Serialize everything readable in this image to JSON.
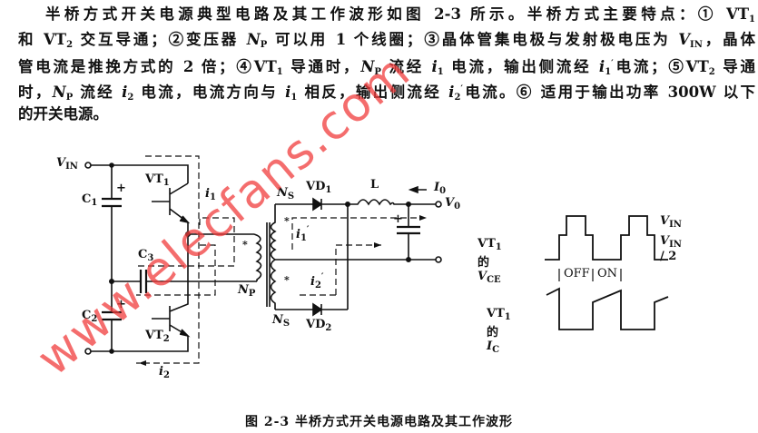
{
  "paragraph": [
    [
      [
        "半桥方式开关电源典型电路及其工作波形如图 2-3 所示。半桥方式主要特点：① VT",
        ""
      ],
      [
        "1",
        "sub"
      ]
    ],
    [
      [
        "和 VT",
        ""
      ],
      [
        "2",
        "sub"
      ],
      [
        " 交互导通；②变压器 ",
        ""
      ],
      [
        "N",
        "it"
      ],
      [
        "P",
        "sub"
      ],
      [
        " 可以用 1 个线圈；③晶体管集电极与发射极电压为 ",
        ""
      ],
      [
        "V",
        "it"
      ],
      [
        "IN",
        "sub"
      ],
      [
        "，晶体",
        ""
      ]
    ],
    [
      [
        "管电流是推挽方式的 2 倍；④VT",
        ""
      ],
      [
        "1",
        "sub"
      ],
      [
        " 导通时，",
        ""
      ],
      [
        "N",
        "it"
      ],
      [
        "P",
        "sub"
      ],
      [
        " 流经 ",
        ""
      ],
      [
        "i",
        "it"
      ],
      [
        "1",
        "sub"
      ],
      [
        " 电流，输出侧流经 ",
        ""
      ],
      [
        "i",
        "it"
      ],
      [
        "1",
        "sub"
      ],
      [
        "′",
        "sup"
      ],
      [
        "电流；⑤VT",
        ""
      ],
      [
        "2",
        "sub"
      ],
      [
        " 导通",
        ""
      ]
    ],
    [
      [
        "时，",
        ""
      ],
      [
        "N",
        "it"
      ],
      [
        "P",
        "sub"
      ],
      [
        " 流经 ",
        ""
      ],
      [
        "i",
        "it"
      ],
      [
        "2",
        "sub"
      ],
      [
        " 电流，电流方向与 ",
        ""
      ],
      [
        "i",
        "it"
      ],
      [
        "1",
        "sub"
      ],
      [
        " 相反，输出侧流经 ",
        ""
      ],
      [
        "i",
        "it"
      ],
      [
        "2",
        "sub"
      ],
      [
        "′",
        "sup"
      ],
      [
        "电流。⑥ 适用于输出功率 300W 以下",
        ""
      ]
    ],
    [
      [
        "的开关电源。",
        ""
      ]
    ]
  ],
  "circuit": {
    "vin": "V",
    "vin_sub": "IN",
    "c1": "C",
    "c1_sub": "1",
    "c2": "C",
    "c2_sub": "2",
    "c3": "C",
    "c3_sub": "3",
    "vt1": "VT",
    "vt1_sub": "1",
    "vt2": "VT",
    "vt2_sub": "2",
    "i1": "i",
    "i1_sub": "1",
    "i2": "i",
    "i2_sub": "2",
    "i1p": "i",
    "i1p_sub": "1",
    "prime": "′",
    "i2p": "i",
    "i2p_sub": "2",
    "np": "N",
    "np_sub": "P",
    "ns": "N",
    "ns_sub": "S",
    "nsp": "N",
    "nsp_sub": "S",
    "vd1": "VD",
    "vd1_sub": "1",
    "vd2": "VD",
    "vd2_sub": "2",
    "l": "L",
    "io": "I",
    "io_sub": "0",
    "vo": "V",
    "vo_sub": "0",
    "plus": "+",
    "dot": "*"
  },
  "waveform": {
    "vce_label": "VT",
    "vce_label_sub": "1",
    "vce_label_mid": "的",
    "vce_v": "V",
    "vce_sub": "CE",
    "ic_label": "VT",
    "ic_label_sub": "1",
    "ic_label_mid": "的",
    "ic_i": "I",
    "ic_sub": "C",
    "vin": "V",
    "vin_sub": "IN",
    "vin_half": "V",
    "vin_half_sub": "IN",
    "vin_half_suffix": " / 2",
    "off": "OFF",
    "on": "ON"
  },
  "caption": "图 2-3   半桥方式开关电源电路及其工作波形",
  "watermark": "www.elecfans.com",
  "colors": {
    "ink": "#111111",
    "watermark": "#f03c3c"
  }
}
